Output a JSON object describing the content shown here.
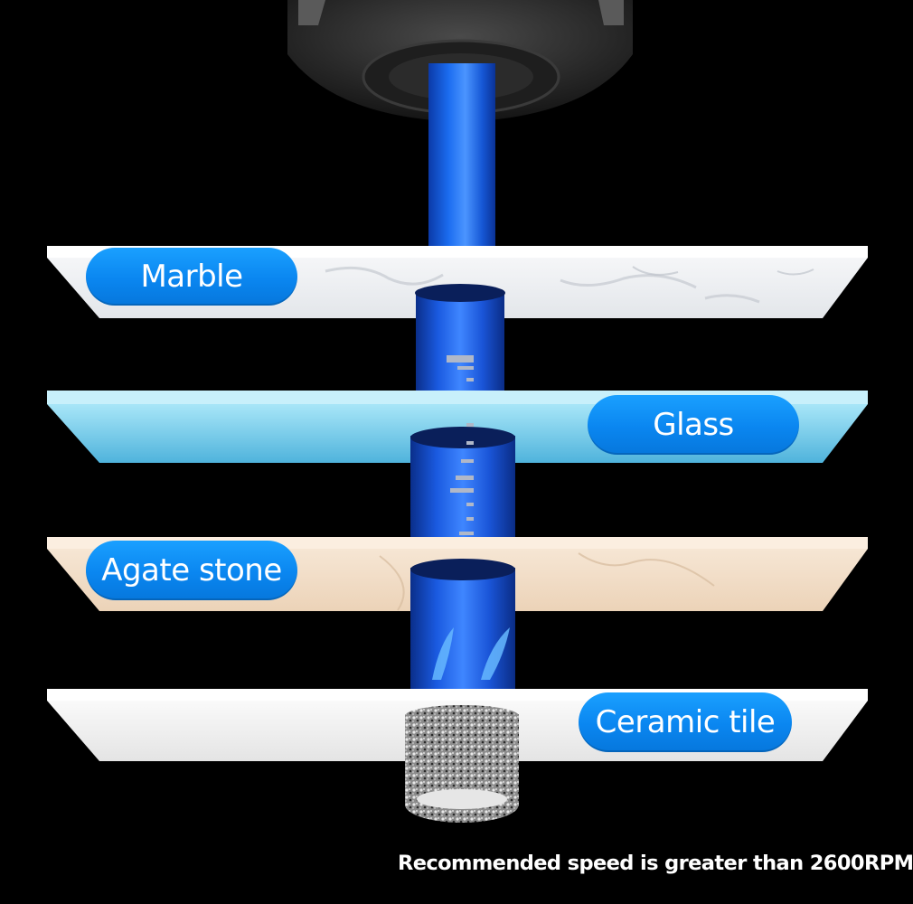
{
  "materials": [
    {
      "label": "Marble"
    },
    {
      "label": "Glass"
    },
    {
      "label": "Agate stone"
    },
    {
      "label": "Ceramic tile"
    }
  ],
  "caption": "Recommended speed is greater than 2600RPM",
  "colors": {
    "background": "#000000",
    "label_pill": "#0a86f0",
    "drill_bit": "#1446c8",
    "marble": "#eef0f2",
    "glass": "#8fd8f0",
    "agate_stone": "#f2e0cc",
    "ceramic_tile": "#f5f5f5"
  }
}
